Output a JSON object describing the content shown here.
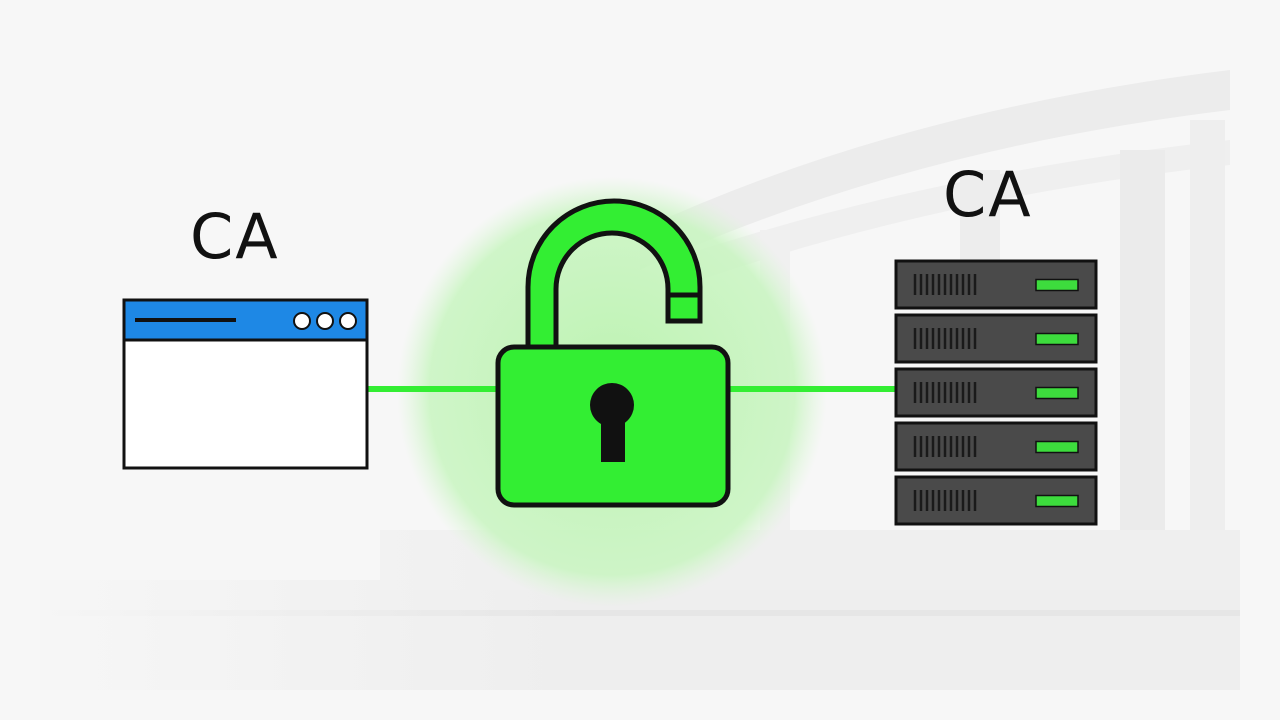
{
  "client_label": "CA",
  "server_label": "CA",
  "colors": {
    "accent_green": "#33ee33",
    "glow_green": "#c8f5c0",
    "browser_bar_blue": "#1e88e5",
    "server_body": "#4a4a4a",
    "server_led": "#3ddc3d",
    "outline": "#111111"
  },
  "icons": {
    "client": "browser-window-icon",
    "center": "unlocked-padlock-icon",
    "server": "server-rack-icon"
  },
  "server_unit_count": 5
}
